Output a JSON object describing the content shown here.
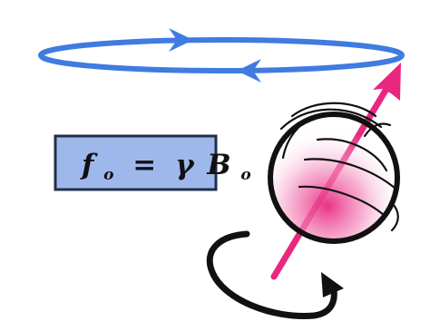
{
  "formula": {
    "lhs": "f",
    "lhs_subscript": "o",
    "equals": "=",
    "gamma": "γ",
    "rhs": "B",
    "rhs_subscript": "o"
  },
  "colors": {
    "precession_orbit": "#3f7be0",
    "formula_box_fill": "#9fb8ec",
    "formula_box_border": "#1f2f4a",
    "magnetic_moment_arrow": "#e8277f",
    "sphere_outline": "#111111",
    "spin_arrow": "#111111"
  },
  "icons": {
    "orbit_direction": "arrowhead",
    "spin_direction": "arrowhead"
  }
}
